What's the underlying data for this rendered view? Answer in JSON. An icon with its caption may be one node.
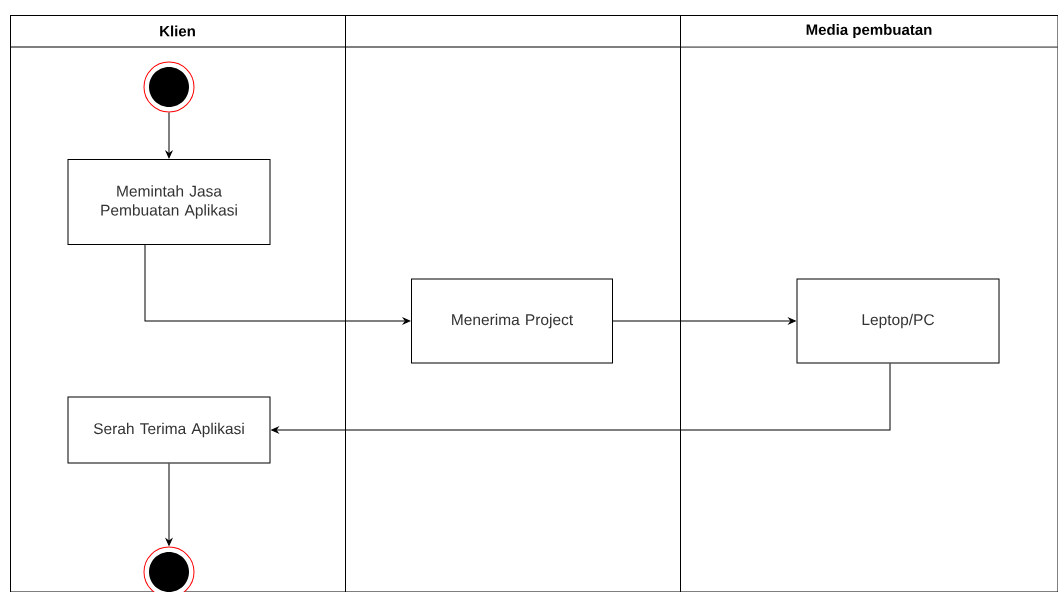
{
  "diagram": {
    "nodes": [
      {
        "text": [
          "Klien"
        ]
      },
      {
        "text": [],
        "shape": "box"
      },
      {
        "text": [
          "Media pembuatan"
        ]
      },
      {
        "text": [],
        "shape": "circle",
        "in": 0
      },
      {
        "text": [
          "Memintah Jasa Pembuatan Aplikasi"
        ],
        "in": 0
      },
      {
        "text": [
          "Menerima Project"
        ],
        "in": 1
      },
      {
        "text": [
          "Leptop/PC"
        ],
        "in": 2
      },
      {
        "text": [
          "Serah Terima Aplikasi"
        ],
        "in": 0
      },
      {
        "text": [],
        "shape": "circle",
        "in": 0
      }
    ],
    "edges": [
      {
        "from": 3,
        "to": 4,
        "arrow": "to"
      },
      {
        "from": 4,
        "to": 5,
        "arrow": "to"
      },
      {
        "from": 5,
        "to": 6,
        "arrow": "to"
      },
      {
        "from": 6,
        "to": 7,
        "arrow": "to"
      },
      {
        "from": 7,
        "to": 8,
        "arrow": "to"
      }
    ]
  }
}
